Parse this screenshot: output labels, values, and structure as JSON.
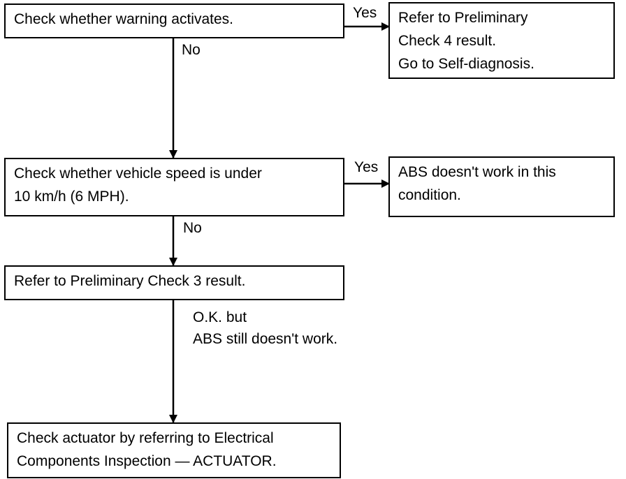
{
  "nodes": {
    "check_warning": {
      "lines": [
        "Check whether warning activates."
      ]
    },
    "refer_check4": {
      "lines": [
        "Refer to Preliminary",
        "Check 4 result.",
        "Go to Self-diagnosis."
      ]
    },
    "check_speed": {
      "lines": [
        "Check whether vehicle speed is under",
        "10 km/h (6 MPH)."
      ]
    },
    "abs_no_work": {
      "lines": [
        "ABS doesn't work in this",
        "condition."
      ]
    },
    "refer_check3": {
      "lines": [
        "Refer to Preliminary Check 3 result."
      ]
    },
    "check_actuator": {
      "lines": [
        "Check actuator by referring to Electrical",
        "Components Inspection — ACTUATOR."
      ]
    }
  },
  "edges": {
    "warning_yes": "Yes",
    "warning_no": "No",
    "speed_yes": "Yes",
    "speed_no": "No",
    "check3_ok": [
      "O.K. but",
      "ABS still doesn't work."
    ]
  },
  "colors": {
    "ink": "#000000",
    "background": "#ffffff"
  }
}
